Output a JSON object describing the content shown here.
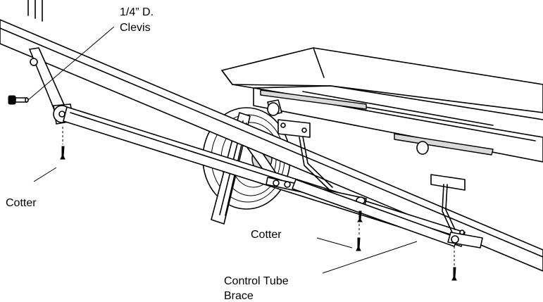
{
  "labels": {
    "clevis_line1": "1/4” D.",
    "clevis_line2": "Clevis",
    "cotter_left": "Cotter",
    "cotter_mid": "Cotter",
    "brace_line1": "Control Tube",
    "brace_line2": "Brace"
  },
  "icons": [
    "clevis-pin-icon",
    "cotter-pin-icon"
  ]
}
